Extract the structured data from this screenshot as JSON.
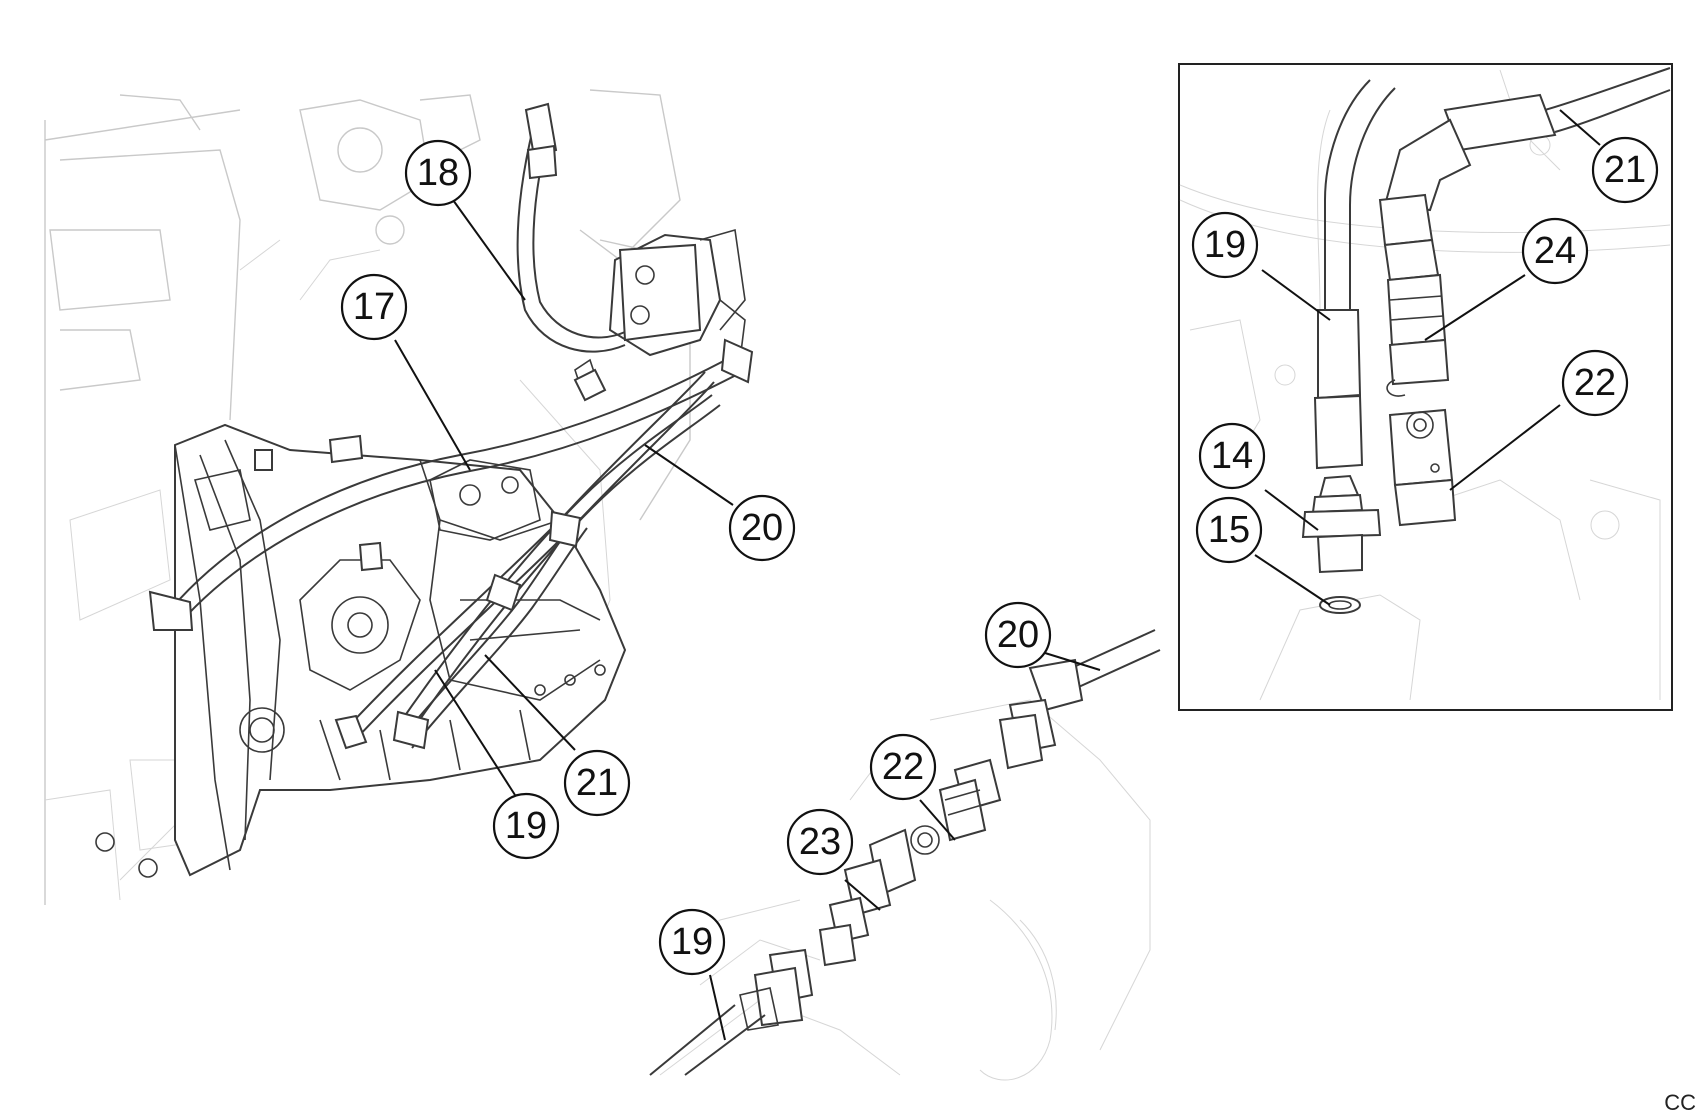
{
  "corner_code": "CC",
  "callouts": {
    "main": [
      "18",
      "17",
      "20",
      "21",
      "19"
    ],
    "connector_detail": [
      "20",
      "22",
      "23",
      "19"
    ],
    "inset": [
      "21",
      "19",
      "24",
      "22",
      "14",
      "15"
    ]
  }
}
